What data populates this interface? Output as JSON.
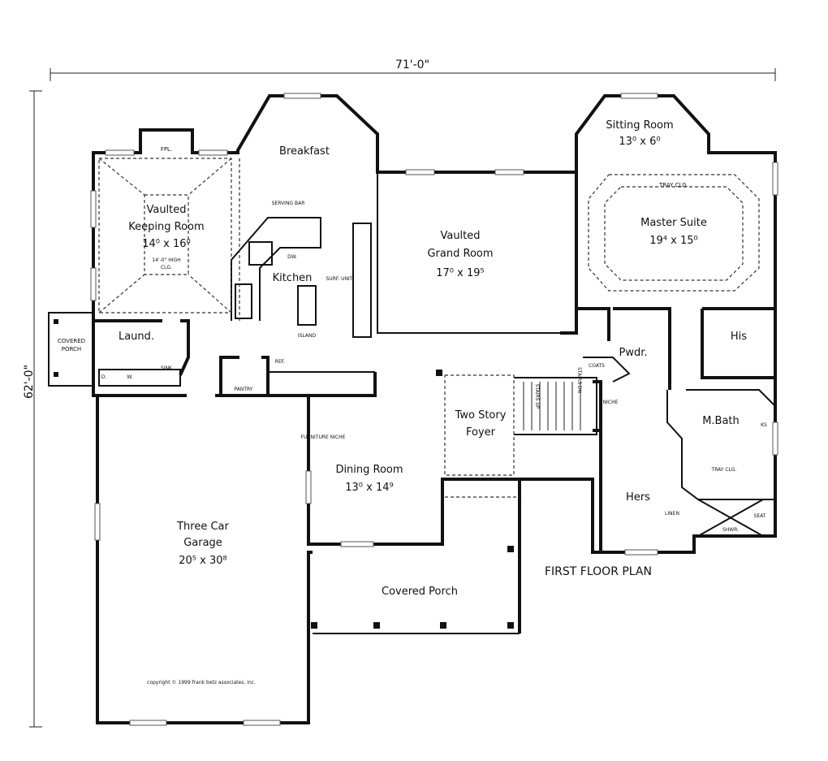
{
  "overall": {
    "width": "71'-0\"",
    "depth": "62'-0\""
  },
  "title": "FIRST FLOOR PLAN",
  "copyright": "copyright © 1999 frank betz associates, inc.",
  "rooms": {
    "keeping": {
      "line1": "Vaulted",
      "line2": "Keeping Room",
      "size": "14⁰ x 16⁰",
      "note1": "14'-0\" HIGH",
      "note2": "CLG."
    },
    "breakfast": {
      "name": "Breakfast"
    },
    "kitchen": {
      "name": "Kitchen"
    },
    "grand": {
      "line1": "Vaulted",
      "line2": "Grand Room",
      "size": "17⁰ x 19⁵"
    },
    "sitting": {
      "name": "Sitting Room",
      "size": "13⁰ x 6⁰"
    },
    "master": {
      "name": "Master Suite",
      "size": "19⁴ x 15⁰",
      "tray": "TRAY CLG."
    },
    "laundry": {
      "name": "Laund."
    },
    "covered_porch_side": {
      "line1": "COVERED",
      "line2": "PORCH"
    },
    "pwdr": {
      "name": "Pwdr."
    },
    "his": {
      "name": "His"
    },
    "mbath": {
      "name": "M.Bath"
    },
    "hers": {
      "name": "Hers"
    },
    "foyer": {
      "line1": "Two Story",
      "line2": "Foyer"
    },
    "dining": {
      "name": "Dining Room",
      "size": "13⁰ x 14⁹"
    },
    "garage": {
      "line1": "Three Car",
      "line2": "Garage",
      "size": "20⁵ x 30⁸"
    },
    "front_porch": {
      "name": "Covered Porch"
    }
  },
  "small_labels": {
    "fpl": "FPL.",
    "serving_bar": "SERVING BAR",
    "dw": "DW.",
    "surf_unit": "SURF. UNIT",
    "island": "ISLAND",
    "ref": "REF.",
    "pantry": "PANTRY",
    "sink": "SINK",
    "dryer": "D.",
    "washer": "W.",
    "coats": "COATS",
    "stairs_up": "STAIRS UP",
    "stairs_dn": "STAIRS DN",
    "niche": "NICHE",
    "furniture_niche": "FURNITURE NICHE",
    "tray_clg_bath": "TRAY CLG.",
    "linen": "LINEN",
    "seat": "SEAT",
    "shwr": "SHWR.",
    "ks": "KS"
  }
}
